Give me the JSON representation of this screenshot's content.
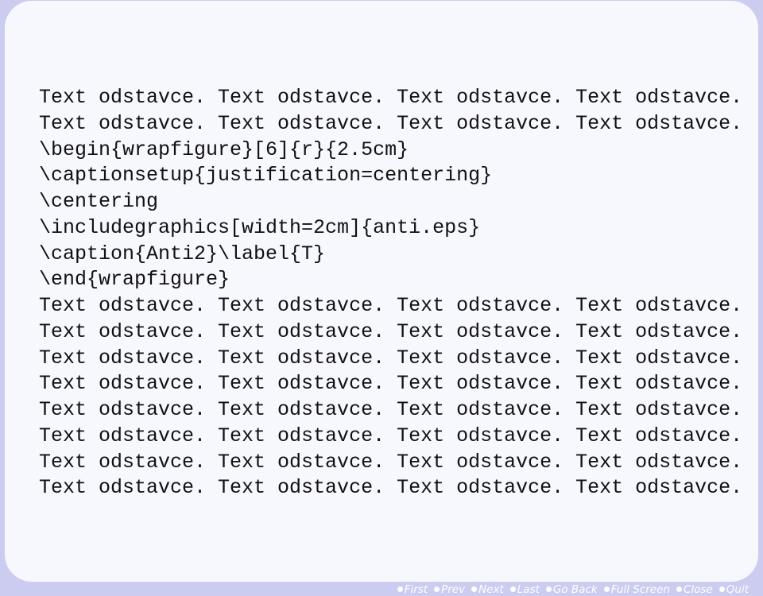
{
  "slide": {
    "lines": [
      "Text odstavce. Text odstavce. Text odstavce. Text odstavce.",
      "Text odstavce. Text odstavce. Text odstavce. Text odstavce.",
      "\\begin{wrapfigure}[6]{r}{2.5cm}",
      "\\captionsetup{justification=centering}",
      "\\centering",
      "\\includegraphics[width=2cm]{anti.eps}",
      "\\caption{Anti2}\\label{T}",
      "\\end{wrapfigure}",
      "Text odstavce. Text odstavce. Text odstavce. Text odstavce.",
      "Text odstavce. Text odstavce. Text odstavce. Text odstavce.",
      "Text odstavce. Text odstavce. Text odstavce. Text odstavce.",
      "Text odstavce. Text odstavce. Text odstavce. Text odstavce.",
      "Text odstavce. Text odstavce. Text odstavce. Text odstavce.",
      "Text odstavce. Text odstavce. Text odstavce. Text odstavce.",
      "Text odstavce. Text odstavce. Text odstavce. Text odstavce.",
      "Text odstavce. Text odstavce. Text odstavce. Text odstavce."
    ]
  },
  "nav": {
    "first": "First",
    "prev": "Prev",
    "next": "Next",
    "last": "Last",
    "go_back": "Go Back",
    "full_screen": "Full Screen",
    "close": "Close",
    "quit": "Quit"
  },
  "colors": {
    "frame": "#ccccf0",
    "slide": "#f7f7fe",
    "text": "#111111",
    "nav_text": "#ffffff"
  }
}
